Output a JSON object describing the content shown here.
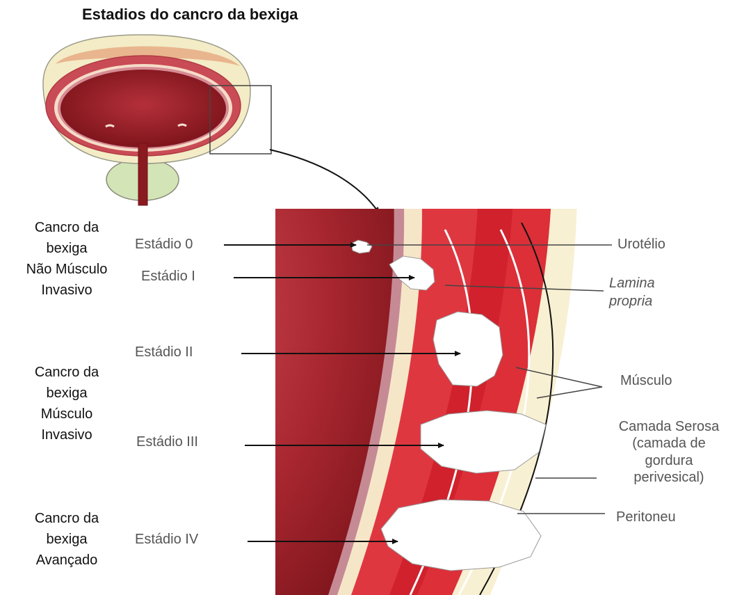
{
  "title": "Estadios do cancro da bexiga",
  "groups": {
    "nmi": [
      "Cancro da",
      "bexiga",
      "Não Músculo",
      "Invasivo"
    ],
    "mi": [
      "Cancro da",
      "bexiga",
      "Músculo",
      "Invasivo"
    ],
    "adv": [
      "Cancro da",
      "bexiga",
      "Avançado"
    ]
  },
  "stages": {
    "s0": "Estádio 0",
    "s1": "Estádio I",
    "s2": "Estádio II",
    "s3": "Estádio III",
    "s4": "Estádio IV"
  },
  "layers": {
    "urotelio": "Urotélio",
    "lamina_1": "Lamina",
    "lamina_2": "propria",
    "musculo": "Músculo",
    "serosa": [
      "Camada Serosa",
      "(camada de",
      "gordura",
      "perivesical)"
    ],
    "peritoneu": "Peritoneu"
  },
  "colors": {
    "lumen": "#8e1b22",
    "lumen_light": "#d04a55",
    "mucosa": "#c68a95",
    "lamina": "#f6e6c8",
    "muscle": "#dc2f38",
    "serosa": "#f8f0d2",
    "tumor": "#ffffff"
  }
}
